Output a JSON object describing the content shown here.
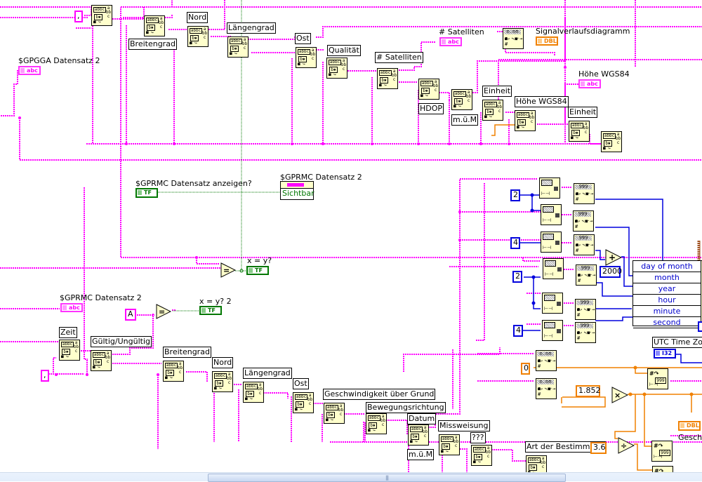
{
  "window": {
    "type": "LabVIEW block diagram"
  },
  "colors": {
    "string_wire": "#ff00ff",
    "numeric_wire": "#0000dd",
    "double_wire": "#f08000",
    "boolean_wire": "#007700",
    "timestamp_wire": "#a05020",
    "node_fill": "#ffffcc"
  },
  "gpgga": {
    "indicator_label": "$GPGGA Datensatz 2",
    "separator_const": ",",
    "terminal_glyph": "abc",
    "field_labels": [
      "Breitengrad",
      "Nord",
      "Längengrad",
      "Ost",
      "Qualität",
      "# Satelliten",
      "HDOP",
      "m.ü.M",
      "Einheit",
      "Höhe WGS84",
      "Einheit"
    ],
    "satellites_indicator": "# Satelliten",
    "height_indicator": "Höhe WGS84",
    "chart_indicator": "Signalverlaufsdiagramm",
    "dbl_glyph": "DBL"
  },
  "visibility": {
    "control_label": "$GPRMC Datensatz anzeigen?",
    "tf_glyph": "TF",
    "property_node_label": "$GPRMC Datensatz 2",
    "property_name": "Sichtbar"
  },
  "compare1": {
    "indicator_label": "x = y?",
    "op": "="
  },
  "gprmc": {
    "indicator_label": "$GPRMC Datensatz 2",
    "separator_const": ",",
    "a_const": "A",
    "compare_label": "x = y? 2",
    "field_labels": [
      "Zeit",
      "Gültig/Ungültig",
      "Breitengrad",
      "Nord",
      "Längengrad",
      "Ost",
      "Geschwindigkeit über Grund",
      "Bewegungsrichtung",
      "Datum",
      "m.ü.M",
      "Missweisung",
      "???",
      "Art der Bestimmung"
    ]
  },
  "date_time": {
    "constants": [
      "2",
      "4",
      "2",
      "4"
    ],
    "year_offset": "2000",
    "add_op": "+",
    "bundle_fields": [
      "day of month",
      "month",
      "year",
      "hour",
      "minute",
      "second"
    ],
    "utc_label": "UTC Time Zone",
    "i32_glyph": "I32"
  },
  "speed": {
    "zero_const": "0",
    "knot_factor": "1.852",
    "kmh_divisor": "3.6",
    "mul_op": "×",
    "div_op": "÷",
    "indicator_label": "Geschw",
    "dbl_glyph": "DBL"
  },
  "glyphs": {
    "scan": "abbc",
    "sub": "b✱",
    "num": "n.nn",
    "int": "999",
    "arrow": "↪",
    "conv": "⊙ ···→ #"
  },
  "scrollbar": {
    "grip": "|||"
  }
}
